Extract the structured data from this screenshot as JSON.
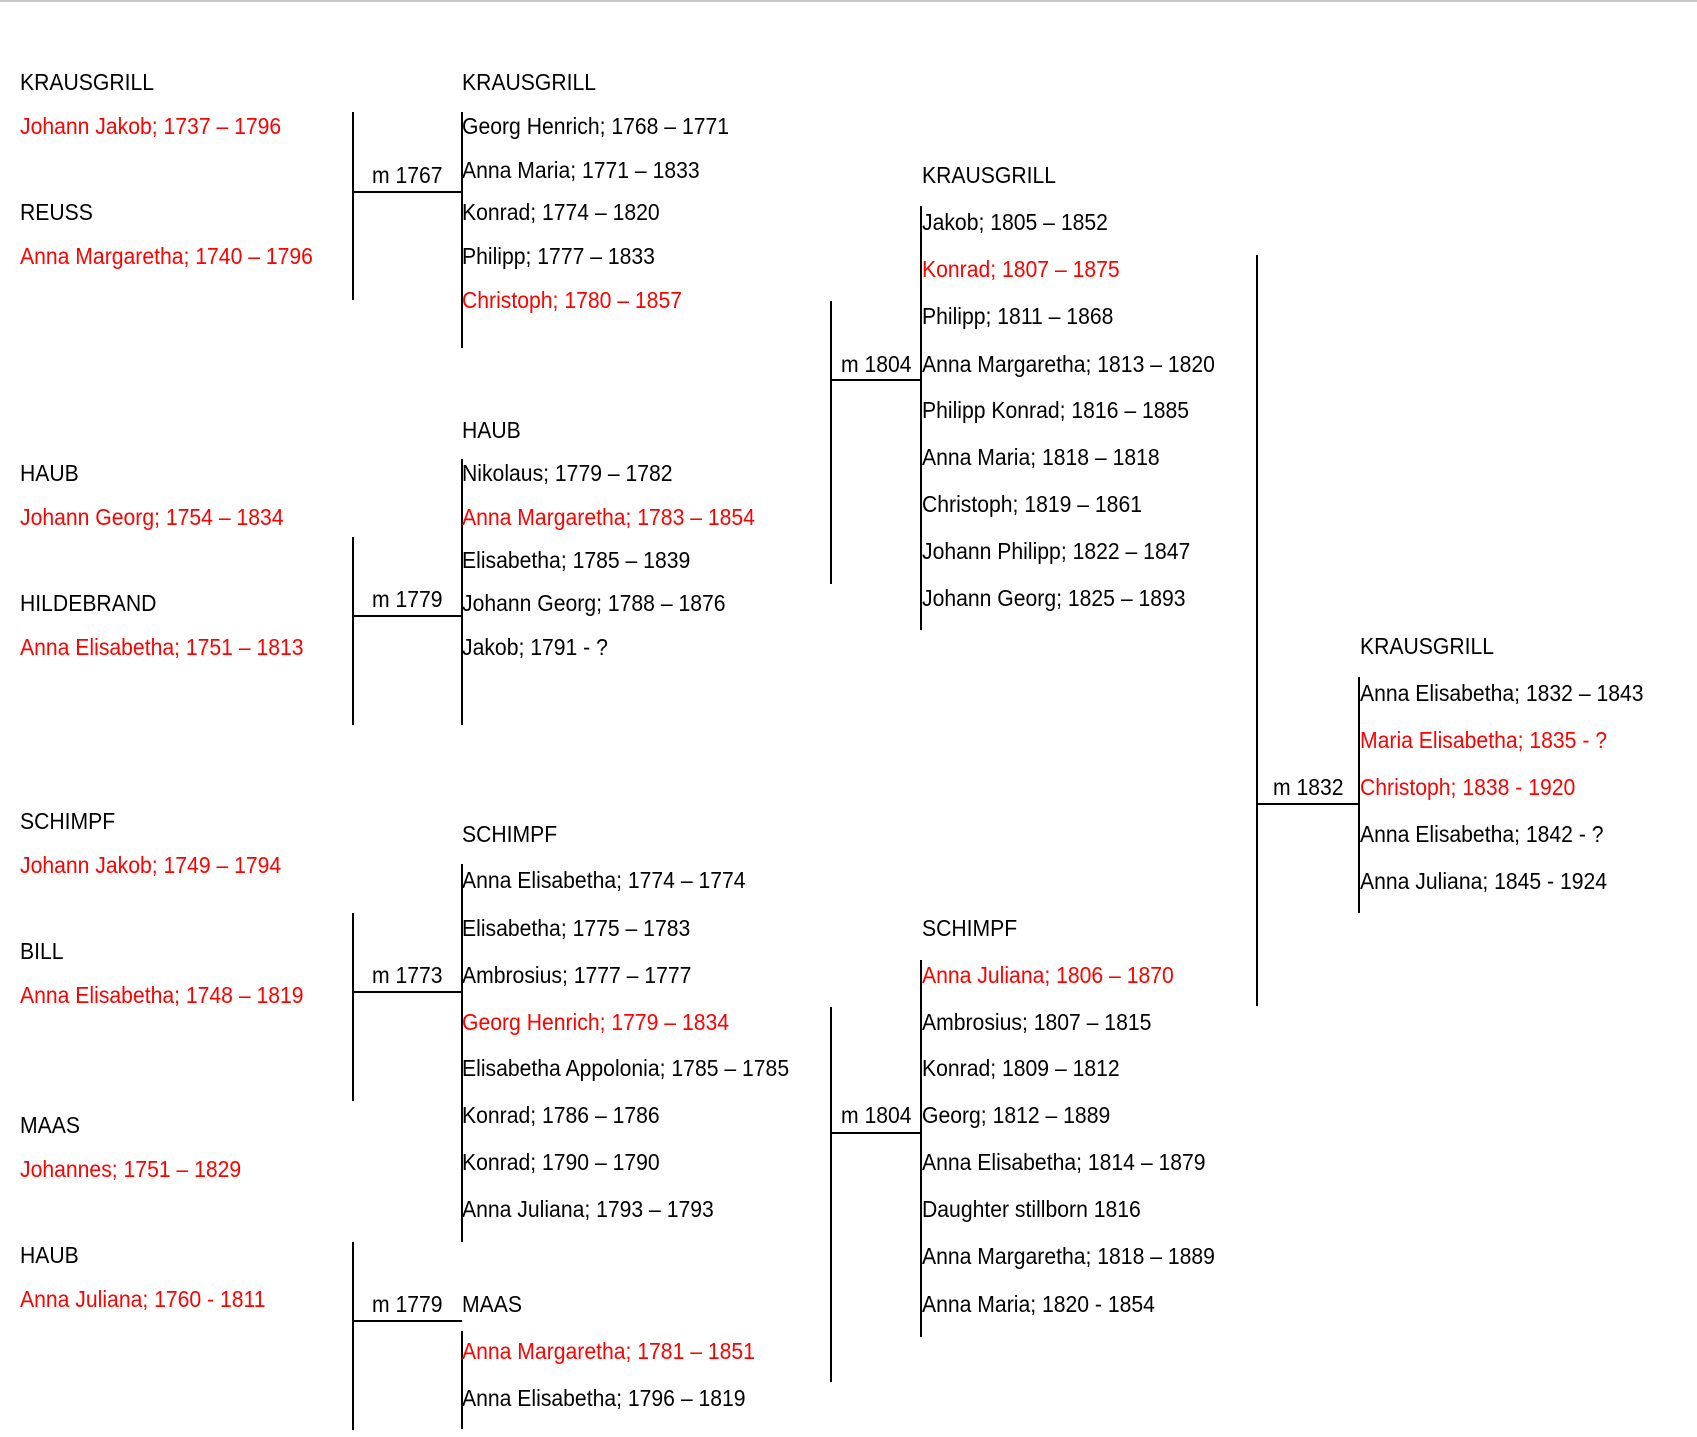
{
  "colors": {
    "direct_line": "#ff0000",
    "text": "#000000",
    "lines": "#000000"
  },
  "gen1": [
    {
      "surname": "KRAUSGRILL",
      "person": "Johann Jakob; 1737 – 1796"
    },
    {
      "surname": "REUSS",
      "person": "Anna Margaretha; 1740 – 1796"
    },
    {
      "surname": "HAUB",
      "person": "Johann Georg; 1754 – 1834"
    },
    {
      "surname": "HILDEBRAND",
      "person": "Anna Elisabetha; 1751 – 1813"
    },
    {
      "surname": "SCHIMPF",
      "person": "Johann Jakob; 1749 – 1794"
    },
    {
      "surname": "BILL",
      "person": "Anna Elisabetha; 1748 – 1819"
    },
    {
      "surname": "MAAS",
      "person": "Johannes; 1751 – 1829"
    },
    {
      "surname": "HAUB",
      "person": "Anna Juliana; 1760 - 1811"
    }
  ],
  "gen1_marriages": [
    "m 1767",
    "m 1779",
    "m 1773",
    "m 1779"
  ],
  "gen2": [
    {
      "surname": "KRAUSGRILL",
      "children": [
        "Georg Henrich; 1768 – 1771",
        "Anna Maria; 1771 – 1833",
        "Konrad; 1774 – 1820",
        "Philipp; 1777 – 1833",
        "Christoph; 1780 – 1857"
      ],
      "highlight_index": 4
    },
    {
      "surname": "HAUB",
      "children": [
        "Nikolaus; 1779 – 1782",
        "Anna Margaretha; 1783 – 1854",
        "Elisabetha; 1785 – 1839",
        "Johann Georg; 1788 – 1876",
        "Jakob; 1791 - ?"
      ],
      "highlight_index": 1
    },
    {
      "surname": "SCHIMPF",
      "children": [
        "Anna Elisabetha; 1774 – 1774",
        "Elisabetha; 1775 – 1783",
        "Ambrosius; 1777 – 1777",
        "Georg Henrich; 1779 – 1834",
        "Elisabetha Appolonia; 1785 – 1785",
        "Konrad; 1786 – 1786",
        "Konrad; 1790 – 1790",
        "Anna Juliana; 1793 – 1793"
      ],
      "highlight_index": 3
    },
    {
      "surname": "MAAS",
      "children": [
        "Anna Margaretha; 1781 – 1851",
        "Anna Elisabetha; 1796 – 1819"
      ],
      "highlight_index": 0
    }
  ],
  "gen2_marriages": [
    "m 1804",
    "m 1804"
  ],
  "gen3": [
    {
      "surname": "KRAUSGRILL",
      "children": [
        "Jakob; 1805 – 1852",
        "Konrad; 1807 – 1875",
        "Philipp; 1811 – 1868",
        "Anna Margaretha; 1813 – 1820",
        "Philipp Konrad; 1816 – 1885",
        "Anna Maria; 1818 – 1818",
        "Christoph; 1819 – 1861",
        "Johann Philipp; 1822 – 1847",
        "Johann Georg; 1825 – 1893"
      ],
      "highlight_index": 1
    },
    {
      "surname": "SCHIMPF",
      "children": [
        "Anna Juliana; 1806 – 1870",
        "Ambrosius; 1807 – 1815",
        "Konrad; 1809 – 1812",
        "Georg; 1812 – 1889",
        "Anna Elisabetha; 1814 – 1879",
        "Daughter stillborn 1816",
        "Anna Margaretha; 1818 – 1889",
        "Anna Maria; 1820 - 1854"
      ],
      "highlight_index": 0
    }
  ],
  "gen3_marriage": "m 1832",
  "gen4": {
    "surname": "KRAUSGRILL",
    "children": [
      "Anna Elisabetha; 1832 – 1843",
      "Maria Elisabetha; 1835 - ?",
      "Christoph; 1838 - 1920",
      "Anna Elisabetha; 1842 - ?",
      "Anna Juliana; 1845 - 1924"
    ],
    "highlight_indices": [
      1,
      2
    ]
  }
}
